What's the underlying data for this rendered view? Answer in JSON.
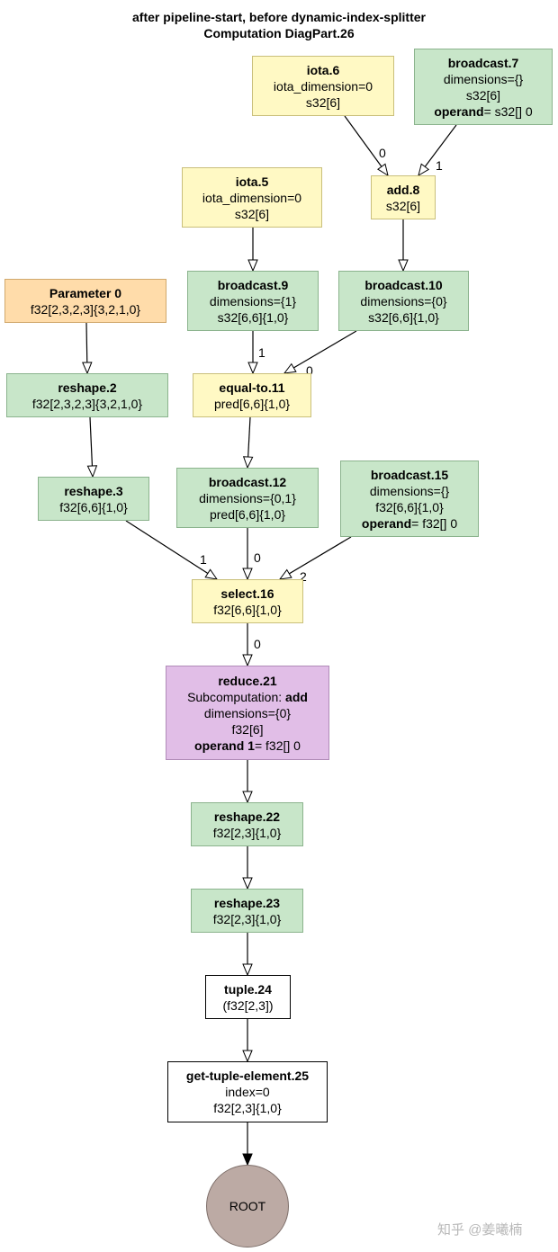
{
  "title": {
    "line1": "after pipeline-start, before dynamic-index-splitter",
    "line2": "Computation DiagPart.26"
  },
  "nodes": {
    "iota6": {
      "name": "iota.6",
      "attr": "iota_dimension=0",
      "shape": "s32[6]"
    },
    "broadcast7": {
      "name": "broadcast.7",
      "attr": "dimensions={}",
      "shape": "s32[6]",
      "operand_key": "operand",
      "operand_val": "= s32[] 0"
    },
    "add8": {
      "name": "add.8",
      "shape": "s32[6]"
    },
    "iota5": {
      "name": "iota.5",
      "attr": "iota_dimension=0",
      "shape": "s32[6]"
    },
    "broadcast9": {
      "name": "broadcast.9",
      "attr": "dimensions={1}",
      "shape": "s32[6,6]{1,0}"
    },
    "broadcast10": {
      "name": "broadcast.10",
      "attr": "dimensions={0}",
      "shape": "s32[6,6]{1,0}"
    },
    "param0": {
      "name": "Parameter 0",
      "shape": "f32[2,3,2,3]{3,2,1,0}"
    },
    "reshape2": {
      "name": "reshape.2",
      "shape": "f32[2,3,2,3]{3,2,1,0}"
    },
    "equalto11": {
      "name": "equal-to.11",
      "shape": "pred[6,6]{1,0}"
    },
    "reshape3": {
      "name": "reshape.3",
      "shape": "f32[6,6]{1,0}"
    },
    "broadcast12": {
      "name": "broadcast.12",
      "attr": "dimensions={0,1}",
      "shape": "pred[6,6]{1,0}"
    },
    "broadcast15": {
      "name": "broadcast.15",
      "attr": "dimensions={}",
      "shape": "f32[6,6]{1,0}",
      "operand_key": "operand",
      "operand_val": "= f32[] 0"
    },
    "select16": {
      "name": "select.16",
      "shape": "f32[6,6]{1,0}"
    },
    "reduce21": {
      "name": "reduce.21",
      "sub_label": "Subcomputation: ",
      "sub_name": "add",
      "attr": "dimensions={0}",
      "shape": "f32[6]",
      "operand_key": "operand 1",
      "operand_val": "= f32[] 0"
    },
    "reshape22": {
      "name": "reshape.22",
      "shape": "f32[2,3]{1,0}"
    },
    "reshape23": {
      "name": "reshape.23",
      "shape": "f32[2,3]{1,0}"
    },
    "tuple24": {
      "name": "tuple.24",
      "shape": "(f32[2,3])"
    },
    "gte25": {
      "name": "get-tuple-element.25",
      "attr": "index=0",
      "shape": "f32[2,3]{1,0}"
    },
    "root": {
      "name": "ROOT"
    }
  },
  "edge_labels": {
    "iota6_add8": "0",
    "bc7_add8": "1",
    "bc9_eq11": "1",
    "bc10_eq11": "0",
    "reshape3_select": "1",
    "bc12_select": "0",
    "bc15_select": "2",
    "select_reduce": "0"
  },
  "colors": {
    "constant_yellow": "#fff9c4",
    "broadcast_green": "#c8e6c9",
    "parameter_orange": "#ffdcaa",
    "reduce_purple": "#e1bee7",
    "root_brown": "#bcaaa4"
  },
  "watermark": "知乎 @姜曦楠"
}
